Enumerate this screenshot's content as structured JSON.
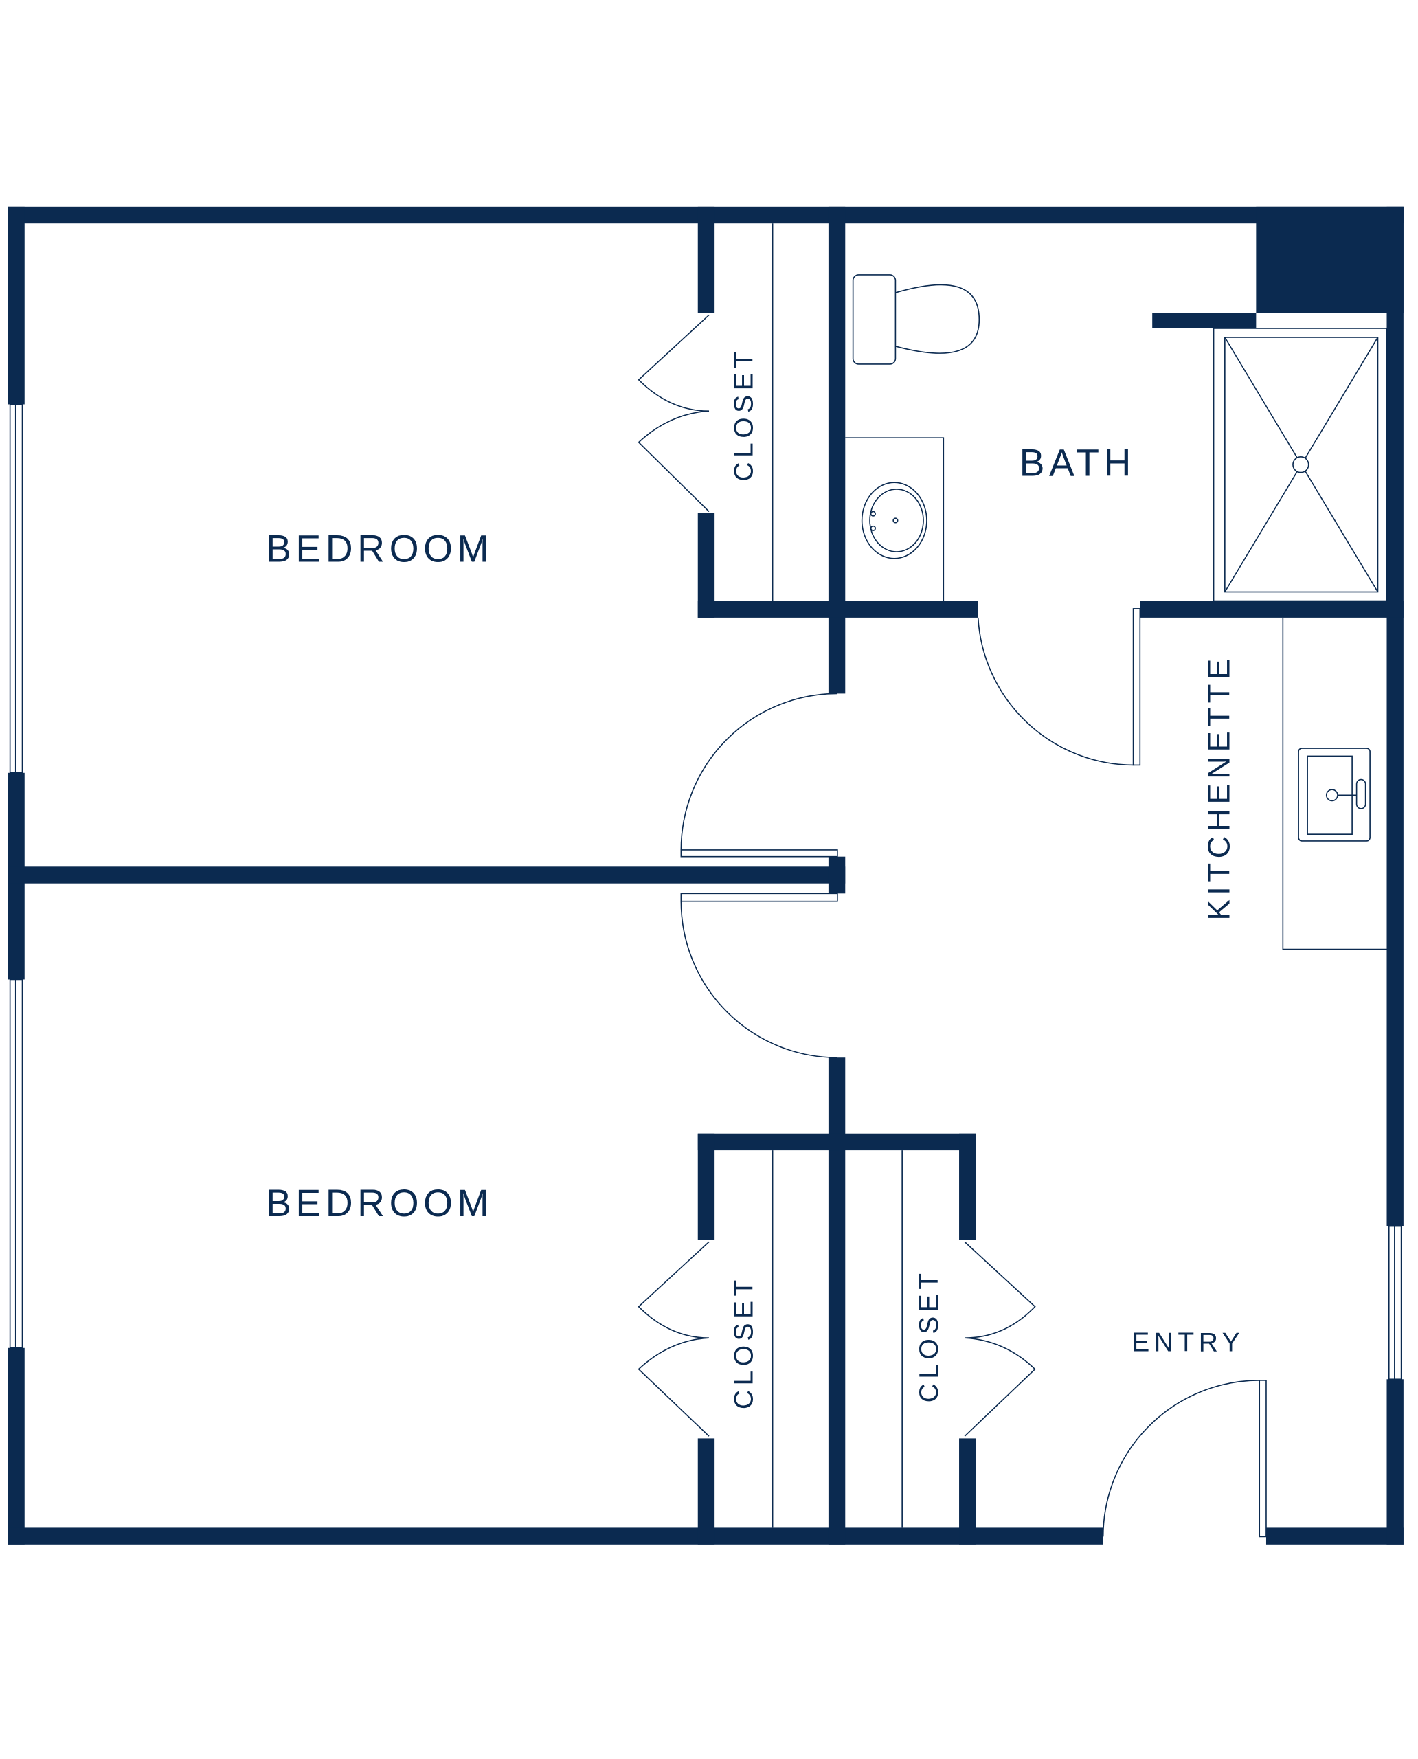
{
  "floorplan": {
    "wall_color": "#0b2a50",
    "rooms": {
      "bedroom_top": "BEDROOM",
      "bedroom_bottom": "BEDROOM",
      "closet_top": "CLOSET",
      "closet_bottom_left": "CLOSET",
      "closet_bottom_right": "CLOSET",
      "bath": "BATH",
      "kitchenette": "KITCHENETTE",
      "entry": "ENTRY"
    }
  }
}
